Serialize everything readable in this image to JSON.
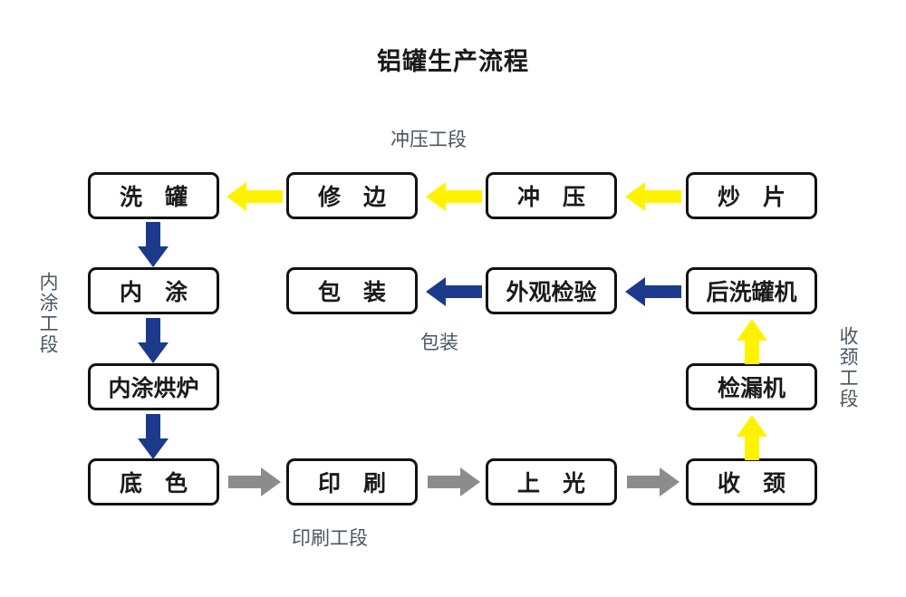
{
  "title": "铝罐生产流程",
  "colors": {
    "background": "#ffffff",
    "box_border": "#121212",
    "box_fill": "#ffffff",
    "text": "#1a1a1a",
    "section_label": "#4a5560",
    "arrow_yellow": "#FFF200",
    "arrow_blue": "#1B3A8C",
    "arrow_gray": "#8C8C8C"
  },
  "sections": {
    "stamping": "冲压工段",
    "inner_coating": "内涂工段",
    "printing": "印刷工段",
    "necking": "收颈工段",
    "packing": "包装"
  },
  "nodes": {
    "wash_can": "洗 罐",
    "trim": "修 边",
    "stamp": "冲 压",
    "blank": "炒 片",
    "inner_coat": "内 涂",
    "pack": "包 装",
    "visual_inspect": "外观检验",
    "post_washer": "后洗罐机",
    "inner_coat_oven": "内涂烘炉",
    "leak_tester": "检漏机",
    "base_color": "底 色",
    "print": "印 刷",
    "varnish": "上 光",
    "neck": "收 颈"
  },
  "flow": {
    "stamping_row": [
      "炒 片",
      "冲 压",
      "修 边",
      "洗 罐"
    ],
    "inner_coating_column": [
      "洗 罐",
      "内 涂",
      "内涂烘炉",
      "底 色"
    ],
    "printing_row": [
      "底 色",
      "印 刷",
      "上 光",
      "收 颈"
    ],
    "necking_column": [
      "收 颈",
      "检漏机",
      "后洗罐机"
    ],
    "packing_row": [
      "后洗罐机",
      "外观检验",
      "包 装"
    ]
  },
  "arrows": [
    {
      "name": "arrow-blank-to-stamp",
      "color": "#FFF200",
      "direction": "left"
    },
    {
      "name": "arrow-stamp-to-trim",
      "color": "#FFF200",
      "direction": "left"
    },
    {
      "name": "arrow-trim-to-wash",
      "color": "#FFF200",
      "direction": "left"
    },
    {
      "name": "arrow-wash-to-innercoat",
      "color": "#1B3A8C",
      "direction": "down"
    },
    {
      "name": "arrow-innercoat-to-oven",
      "color": "#1B3A8C",
      "direction": "down"
    },
    {
      "name": "arrow-oven-to-basecolor",
      "color": "#1B3A8C",
      "direction": "down"
    },
    {
      "name": "arrow-basecolor-to-print",
      "color": "#8C8C8C",
      "direction": "right"
    },
    {
      "name": "arrow-print-to-varnish",
      "color": "#8C8C8C",
      "direction": "right"
    },
    {
      "name": "arrow-varnish-to-neck",
      "color": "#8C8C8C",
      "direction": "right"
    },
    {
      "name": "arrow-neck-to-leaktester",
      "color": "#FFF200",
      "direction": "up"
    },
    {
      "name": "arrow-leaktester-to-postwasher",
      "color": "#FFF200",
      "direction": "up"
    },
    {
      "name": "arrow-postwasher-to-inspect",
      "color": "#1B3A8C",
      "direction": "left"
    },
    {
      "name": "arrow-inspect-to-pack",
      "color": "#1B3A8C",
      "direction": "left"
    }
  ]
}
